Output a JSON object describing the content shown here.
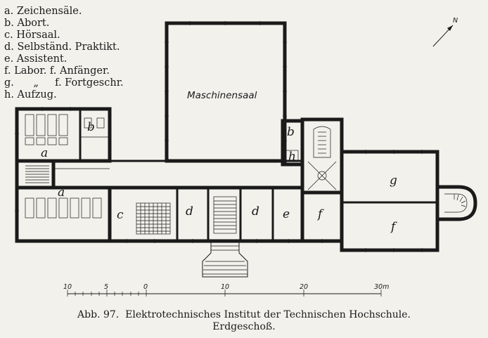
{
  "legend": [
    "a. Zeichensäle.",
    "b. Abort.",
    "c. Hörsaal.",
    "d. Selbständ. Praktikt.",
    "e. Assistent.",
    "f. Labor. f. Anfänger.",
    "g.      „     f. Fortgeschr.",
    "h. Aufzug."
  ],
  "rooms": {
    "hall": "Maschinensaal",
    "a_top": "a",
    "a_bottom": "a",
    "b_left": "b",
    "b_right": "b",
    "c": "c",
    "d_left": "d",
    "d_right": "d",
    "e": "e",
    "f_mid": "f",
    "f_right": "f",
    "g": "g",
    "h": "h"
  },
  "compass": {
    "letter": "N"
  },
  "scale": {
    "ticks": [
      "10",
      "5",
      "0",
      "10",
      "20",
      "30m"
    ]
  },
  "caption": {
    "line1": "Abb. 97.  Elektrotechnisches Institut der Technischen Hochschule.",
    "line2": "Erdgeschoß."
  }
}
